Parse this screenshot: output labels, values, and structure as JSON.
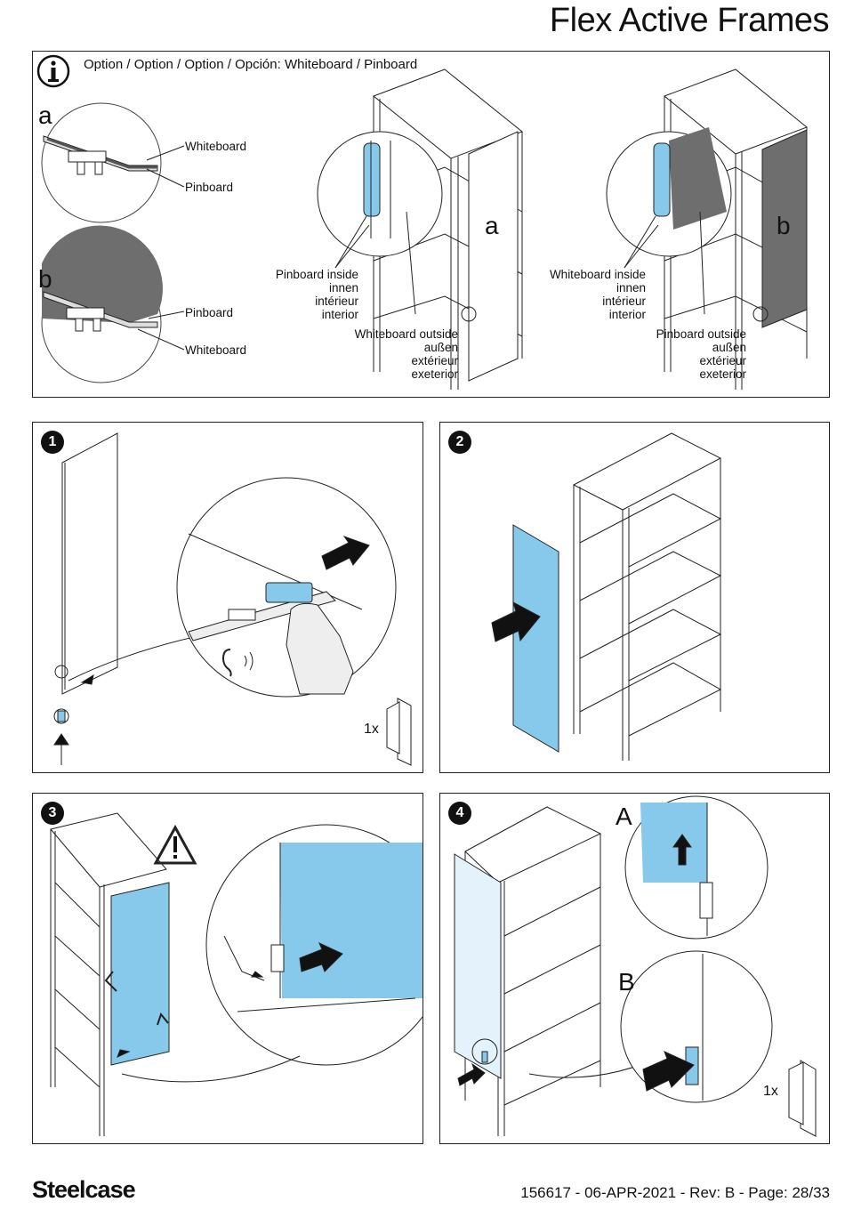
{
  "header": {
    "title": "Flex Active Frames"
  },
  "options": {
    "heading": "Option / Option / Option / Opción: Whiteboard / Pinboard",
    "variant_a": {
      "letter": "a",
      "top_label": "Whiteboard",
      "bottom_label": "Pinboard"
    },
    "variant_b": {
      "letter": "b",
      "top_label": "Pinboard",
      "bottom_label": "Whiteboard"
    },
    "frame_a": {
      "letter": "a",
      "inside": [
        "Pinboard inside",
        "innen",
        "intérieur",
        "interior"
      ],
      "outside": [
        "Whiteboard outside",
        "außen",
        "extérieur",
        "exeterior"
      ]
    },
    "frame_b": {
      "letter": "b",
      "inside": [
        "Whiteboard inside",
        "innen",
        "intérieur",
        "interior"
      ],
      "outside": [
        "Pinboard outside",
        "außen",
        "extérieur",
        "exeterior"
      ]
    }
  },
  "steps": [
    {
      "number": "1",
      "quantity": "1x"
    },
    {
      "number": "2"
    },
    {
      "number": "3"
    },
    {
      "number": "4",
      "detail_a": "A",
      "detail_b": "B",
      "quantity": "1x"
    }
  ],
  "footer": {
    "brand": "Steelcase",
    "doc_info": "156617 - 06-APR-2021 - Rev: B - Page: 28/33"
  },
  "colors": {
    "panel_blue": "#86c9ea",
    "board_grey": "#6e6e6e",
    "line": "#222222"
  }
}
